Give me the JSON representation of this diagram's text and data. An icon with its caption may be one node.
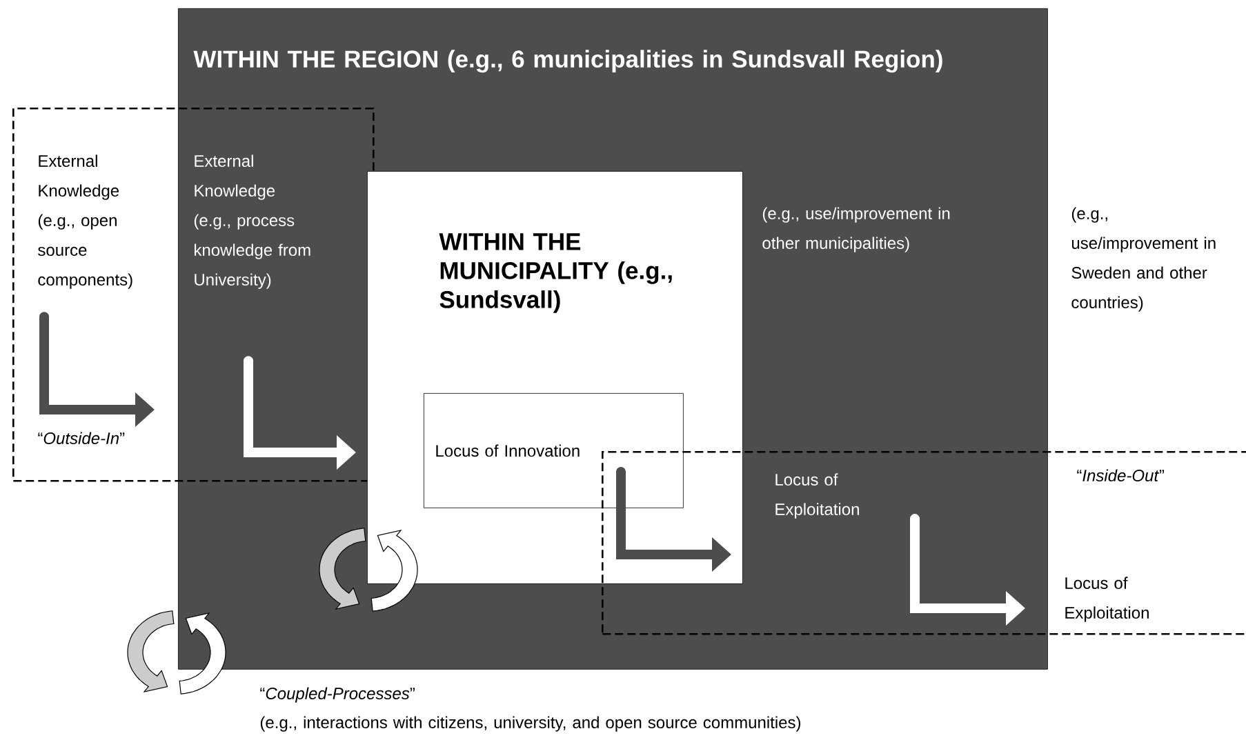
{
  "diagram": {
    "nodes": [
      {
        "text": [
          "WITHIN THE REGION (e.g., 6 municipalities in Sundsvall Region)"
        ]
      },
      {
        "text": [
          "“*Outside-In*”"
        ]
      },
      {
        "text": [
          "External Knowledge (e.g., open source components)"
        ],
        "in": 1
      },
      {
        "text": [
          "External Knowledge (e.g., process knowledge from University)"
        ]
      },
      {
        "text": [
          "WITHIN THE MUNICIPALITY (e.g., Sundsvall)"
        ],
        "in": 0
      },
      {
        "text": [
          "Locus of Innovation"
        ],
        "in": 4
      },
      {
        "text": [
          "“*Inside-Out*”"
        ]
      },
      {
        "text": [
          "Locus of Exploitation"
        ]
      },
      {
        "text": [
          "Locus of Exploitation"
        ],
        "in": 6
      }
    ],
    "edges": [
      {
        "from": 2,
        "to": 0,
        "arrow": "to"
      },
      {
        "from": 3,
        "to": 4,
        "arrow": "to",
        "color": "#ffffff"
      },
      {
        "from": 5,
        "to": 7,
        "arrow": "to"
      },
      {
        "from": 7,
        "to": 8,
        "arrow": "to",
        "color": "#ffffff"
      }
    ],
    "labels": [
      "(e.g., use/improvement in other municipalities)",
      "(e.g., use/improvement in Sweden and other countries)",
      "“*Coupled-Processes*”",
      "(e.g., interactions with citizens, university, and open source communities)"
    ]
  }
}
